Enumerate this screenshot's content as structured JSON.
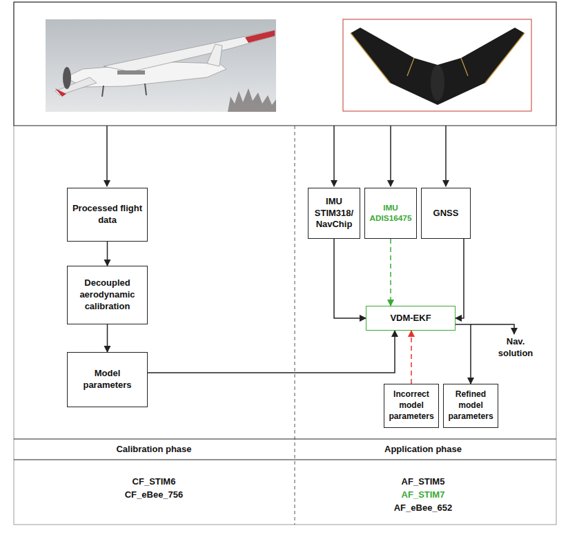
{
  "diagram": {
    "nodes": [
      {
        "text": [
          "Processed flight data"
        ]
      },
      {
        "text": [
          "Decoupled aerodynamic calibration"
        ]
      },
      {
        "text": [
          "Model parameters"
        ]
      },
      {
        "text": [
          "IMU STIM318/ NavChip"
        ]
      },
      {
        "text": [
          "IMU ADIS16475"
        ]
      },
      {
        "text": [
          "GNSS"
        ]
      },
      {
        "text": [
          "VDM-EKF"
        ]
      },
      {
        "text": [
          "Incorrect model parameters"
        ]
      },
      {
        "text": [
          "Refined model parameters"
        ]
      }
    ],
    "edges": [
      {
        "from": 0,
        "to": 1,
        "arrow": "to"
      },
      {
        "from": 1,
        "to": 2,
        "arrow": "to"
      },
      {
        "from": 2,
        "to": 6,
        "arrow": "to"
      },
      {
        "from": 3,
        "to": 6,
        "arrow": "to"
      },
      {
        "from": 4,
        "to": 6,
        "arrow": "to"
      },
      {
        "from": 5,
        "to": 6,
        "arrow": "to"
      },
      {
        "from": 7,
        "to": 6,
        "arrow": "to"
      },
      {
        "from": 6,
        "to": 8,
        "arrow": "to"
      }
    ],
    "labels": [
      "Nav. solution",
      "Calibration phase",
      "Application phase",
      "CF_STIM6",
      "CF_eBee_756",
      "AF_STIM5",
      "AF_STIM7",
      "AF_eBee_652"
    ]
  }
}
